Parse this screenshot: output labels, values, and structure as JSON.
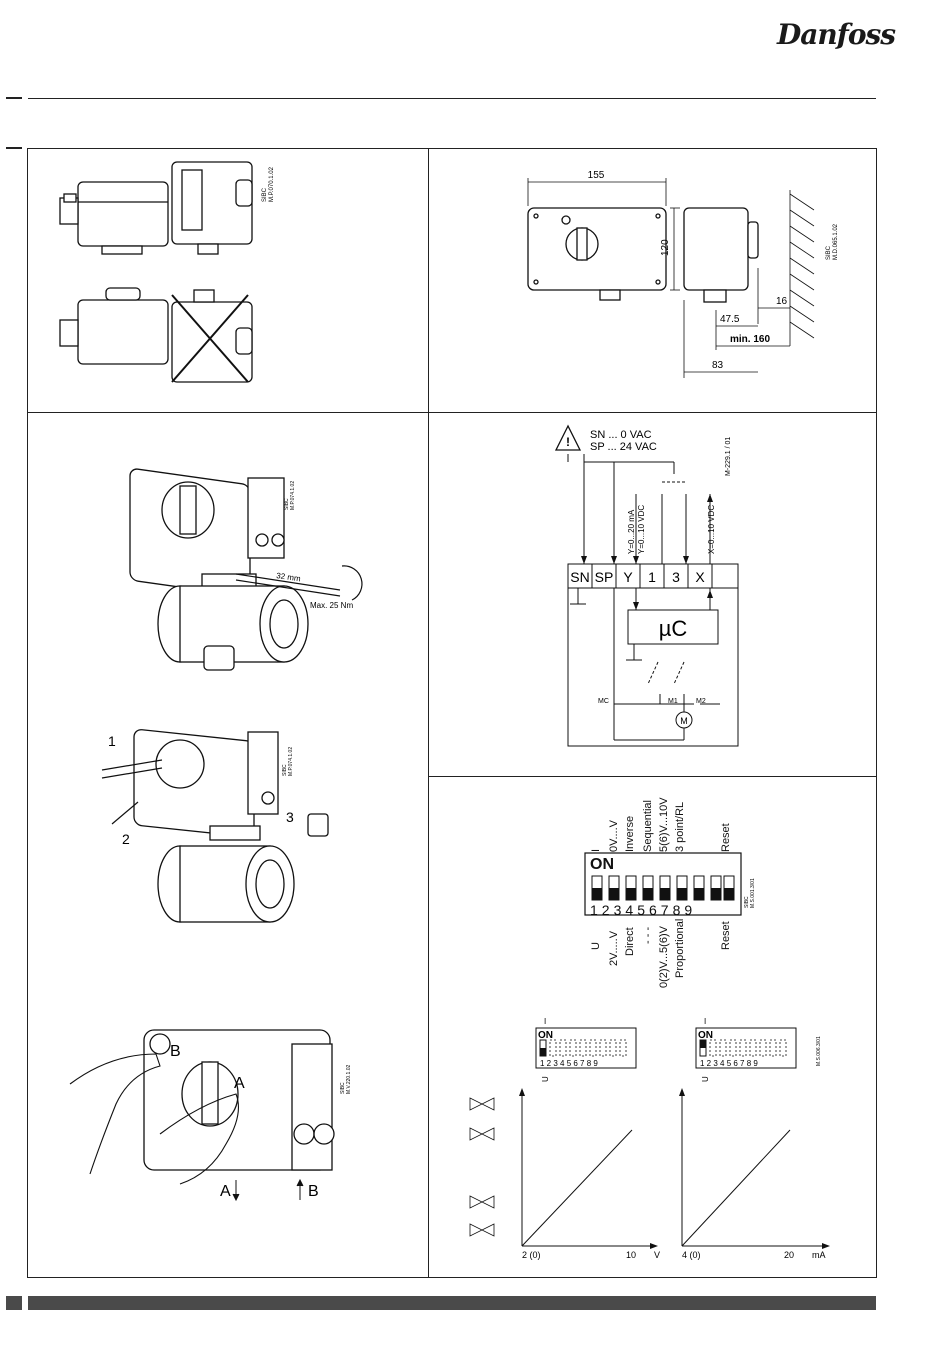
{
  "brand": {
    "logo": "Danfoss"
  },
  "panel_orientation": {
    "sbc_code": "SIBC",
    "ref_code": "M.P.070.1.02"
  },
  "panel_dimensions": {
    "width": "155",
    "height": "120",
    "d16": "16",
    "d475": "47.5",
    "min160": "min. 160",
    "d83": "83",
    "sbc_code": "SIBC",
    "ref_code": "M.D.065.1.02"
  },
  "panel_mounting": {
    "torque_dist": "32 mm",
    "torque_max": "Max. 25 Nm",
    "sbc_code": "SIBC",
    "ref_code": "M.P.074.1.02",
    "step1": "1",
    "step2": "2",
    "step3": "3",
    "sbc_code2": "SIBC",
    "ref_code2": "M.P.074.1.02"
  },
  "panel_manual": {
    "label_a": "A",
    "label_b": "B",
    "label_a_dir": "A",
    "label_b_dir": "B",
    "sbc_code": "SIBC",
    "ref_code": "M.V.220.1.02"
  },
  "panel_wiring": {
    "sn_line": "SN  ...    0  VAC",
    "sp_line": "SP  ...  24  VAC",
    "ref_code": "M-229.1 / 01",
    "y_label1": "Y=0...20 mA",
    "y_label2": "Y=0...10 VDC",
    "x_label": "X=0...10 VDC",
    "terminals": [
      "SN",
      "SP",
      "Y",
      "1",
      "3",
      "X"
    ],
    "uc": "µC",
    "mc": "MC",
    "m1": "M1",
    "m2": "M2",
    "motor": "M"
  },
  "panel_dip": {
    "on": "ON",
    "numbers": [
      "1",
      "2",
      "3",
      "4",
      "5",
      "6",
      "7",
      "8",
      "9"
    ],
    "top_labels": [
      "I",
      "0V....V",
      "Inverse",
      "Sequential",
      "5(6)V...10V",
      "3 point/RL",
      "Reset"
    ],
    "bottom_labels": [
      "U",
      "2V.....V",
      "Direct",
      "- - -",
      "0(2)V...5(6)V",
      "Proportional",
      "Reset"
    ],
    "sbc_code": "SIBC",
    "ref_code": "M.S.001.3/01"
  },
  "panel_graph": {
    "left_switch_top": "I",
    "left_switch_on": "ON",
    "left_switch_u": "U",
    "right_switch_top": "I",
    "right_switch_on": "ON",
    "right_switch_u": "U",
    "switch_numbers": [
      "1",
      "2",
      "3",
      "4",
      "5",
      "6",
      "7",
      "8",
      "9"
    ],
    "ref_code": "M.S.006.3/01",
    "left_x_start": "2 (0)",
    "left_x_end": "10",
    "left_x_unit": "V",
    "right_x_start": "4 (0)",
    "right_x_end": "20",
    "right_x_unit": "mA"
  }
}
